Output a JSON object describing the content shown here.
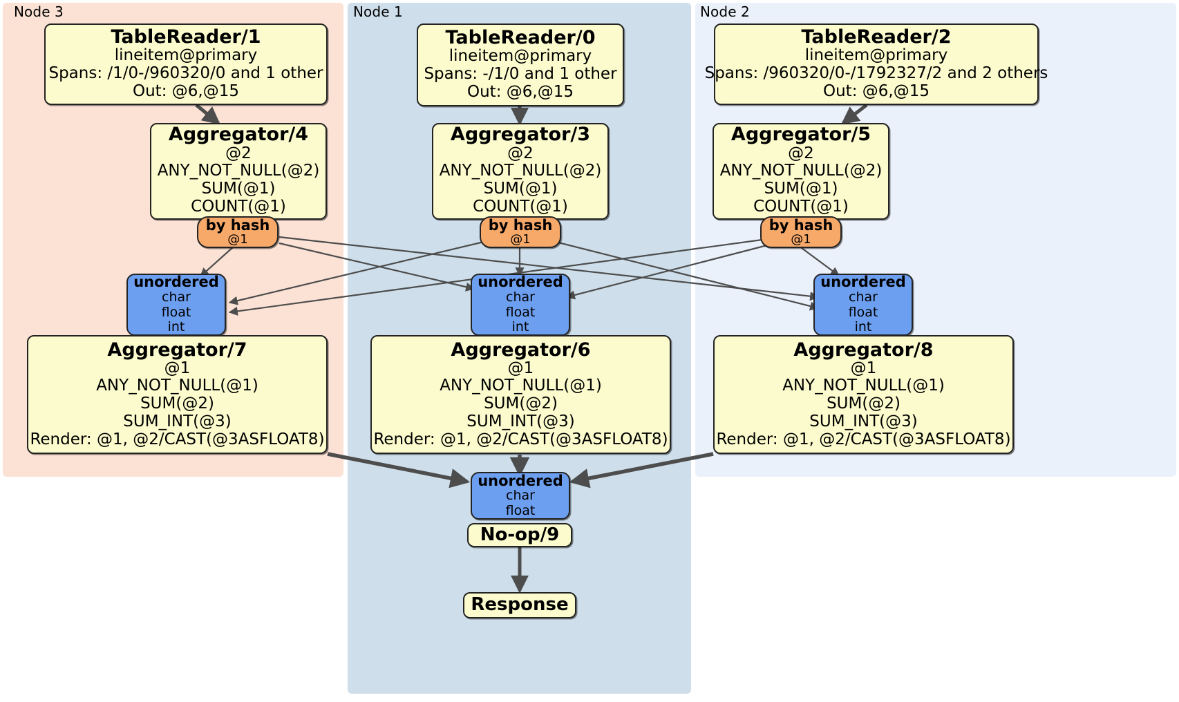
{
  "diagram": {
    "title": "Distributed SQL query plan (DistSQL flow)",
    "colors": {
      "node3_panel": "#fbe2d5",
      "node1_panel": "#cedfeb",
      "node2_panel": "#ebf1fb",
      "processor_fill": "#fbfbcd",
      "router_fill": "#f7a96a",
      "synchronizer_fill": "#6d9ff0",
      "edge": "#4d4d4d",
      "border": "#232323"
    },
    "panels": [
      {
        "id": "node3",
        "label": "Node 3"
      },
      {
        "id": "node1",
        "label": "Node 1"
      },
      {
        "id": "node2",
        "label": "Node 2"
      }
    ],
    "nodes": {
      "table_reader_1": {
        "title": "TableReader/1",
        "lines": [
          "lineitem@primary",
          "Spans: /1/0-/960320/0 and 1 other",
          "Out: @6,@15"
        ]
      },
      "table_reader_0": {
        "title": "TableReader/0",
        "lines": [
          "lineitem@primary",
          "Spans: -/1/0 and 1 other",
          "Out: @6,@15"
        ]
      },
      "table_reader_2": {
        "title": "TableReader/2",
        "lines": [
          "lineitem@primary",
          "Spans: /960320/0-/1792327/2 and 2 others",
          "Out: @6,@15"
        ]
      },
      "aggregator_4": {
        "title": "Aggregator/4",
        "lines": [
          "@2",
          "ANY_NOT_NULL(@2)",
          "SUM(@1)",
          "COUNT(@1)"
        ]
      },
      "aggregator_3": {
        "title": "Aggregator/3",
        "lines": [
          "@2",
          "ANY_NOT_NULL(@2)",
          "SUM(@1)",
          "COUNT(@1)"
        ]
      },
      "aggregator_5": {
        "title": "Aggregator/5",
        "lines": [
          "@2",
          "ANY_NOT_NULL(@2)",
          "SUM(@1)",
          "COUNT(@1)"
        ]
      },
      "router_left": {
        "title": "by hash",
        "lines": [
          "@1"
        ]
      },
      "router_center": {
        "title": "by hash",
        "lines": [
          "@1"
        ]
      },
      "router_right": {
        "title": "by hash",
        "lines": [
          "@1"
        ]
      },
      "sync_left": {
        "title": "unordered",
        "lines": [
          "char",
          "float",
          "int"
        ]
      },
      "sync_center": {
        "title": "unordered",
        "lines": [
          "char",
          "float",
          "int"
        ]
      },
      "sync_right": {
        "title": "unordered",
        "lines": [
          "char",
          "float",
          "int"
        ]
      },
      "aggregator_7": {
        "title": "Aggregator/7",
        "lines": [
          "@1",
          "ANY_NOT_NULL(@1)",
          "SUM(@2)",
          "SUM_INT(@3)",
          "Render: @1, @2/CAST(@3ASFLOAT8)"
        ]
      },
      "aggregator_6": {
        "title": "Aggregator/6",
        "lines": [
          "@1",
          "ANY_NOT_NULL(@1)",
          "SUM(@2)",
          "SUM_INT(@3)",
          "Render: @1, @2/CAST(@3ASFLOAT8)"
        ]
      },
      "aggregator_8": {
        "title": "Aggregator/8",
        "lines": [
          "@1",
          "ANY_NOT_NULL(@1)",
          "SUM(@2)",
          "SUM_INT(@3)",
          "Render: @1, @2/CAST(@3ASFLOAT8)"
        ]
      },
      "sync_final": {
        "title": "unordered",
        "lines": [
          "char",
          "float"
        ]
      },
      "noop_9": {
        "title": "No-op/9",
        "lines": []
      },
      "response": {
        "title": "Response",
        "lines": []
      }
    }
  }
}
